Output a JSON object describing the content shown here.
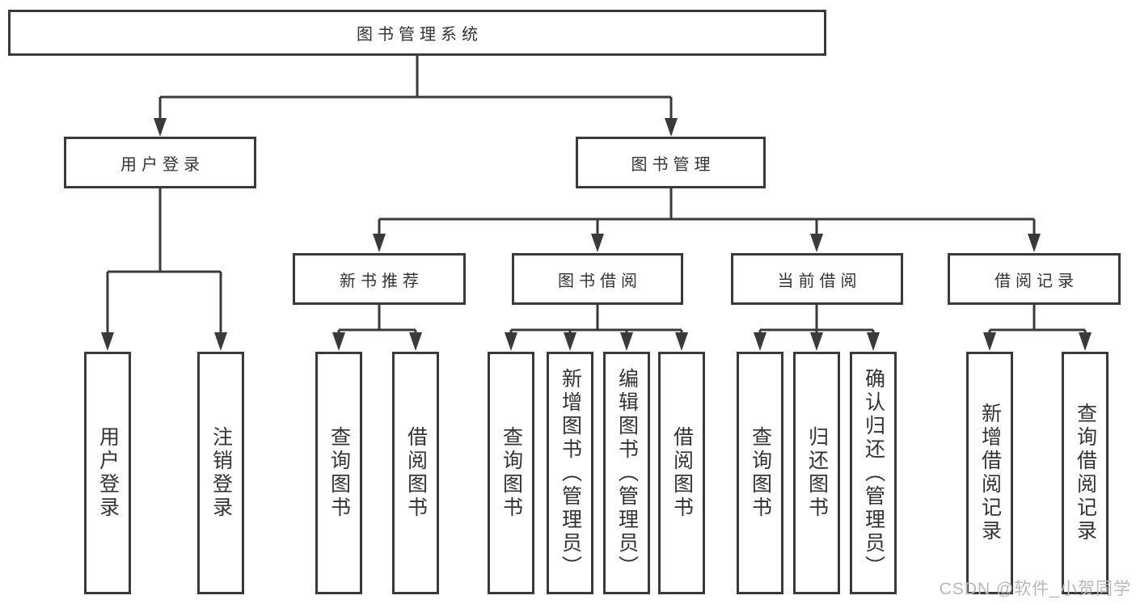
{
  "colors": {
    "line": "#3a3a3a",
    "text": "#333333",
    "watermark": "#b9b9b9",
    "background": "#ffffff"
  },
  "root": {
    "label": "图书管理系统"
  },
  "level2": {
    "user_login": {
      "label": "用户登录"
    },
    "book_mgmt": {
      "label": "图书管理"
    }
  },
  "level3": {
    "new_books": {
      "label": "新书推荐"
    },
    "book_borrow": {
      "label": "图书借阅"
    },
    "current_borrow": {
      "label": "当前借阅"
    },
    "borrow_records": {
      "label": "借阅记录"
    }
  },
  "leaves": {
    "user_login": [
      "用户登录",
      "注销登录"
    ],
    "new_books": [
      "查询图书",
      "借阅图书"
    ],
    "book_borrow": [
      "查询图书",
      "新增图书（管理员）",
      "编辑图书（管理员）",
      "借阅图书"
    ],
    "current_borrow": [
      "查询图书",
      "归还图书",
      "确认归还（管理员）"
    ],
    "borrow_records": [
      "新增借阅记录",
      "查询借阅记录"
    ]
  },
  "watermark": {
    "text": "CSDN @软件_小贺同学"
  }
}
